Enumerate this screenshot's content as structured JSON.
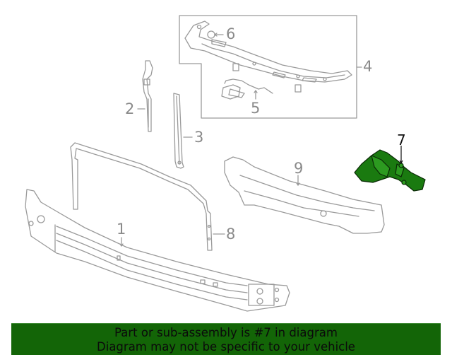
{
  "diagram": {
    "callouts": [
      {
        "id": "1",
        "label": "1"
      },
      {
        "id": "2",
        "label": "2"
      },
      {
        "id": "3",
        "label": "3"
      },
      {
        "id": "4",
        "label": "4"
      },
      {
        "id": "5",
        "label": "5"
      },
      {
        "id": "6",
        "label": "6"
      },
      {
        "id": "7",
        "label": "7",
        "highlighted": true
      },
      {
        "id": "8",
        "label": "8"
      },
      {
        "id": "9",
        "label": "9"
      }
    ],
    "colors": {
      "line_art": "#9a9a9a",
      "highlight_part": "#1a7a10",
      "highlight_outline": "#0a2a06",
      "banner_bg": "#136507",
      "banner_text": "#0b0b0b"
    }
  },
  "banner": {
    "line1": "Part or sub-assembly is #7 in diagram",
    "line2": "Diagram may not be specific to your vehicle"
  }
}
